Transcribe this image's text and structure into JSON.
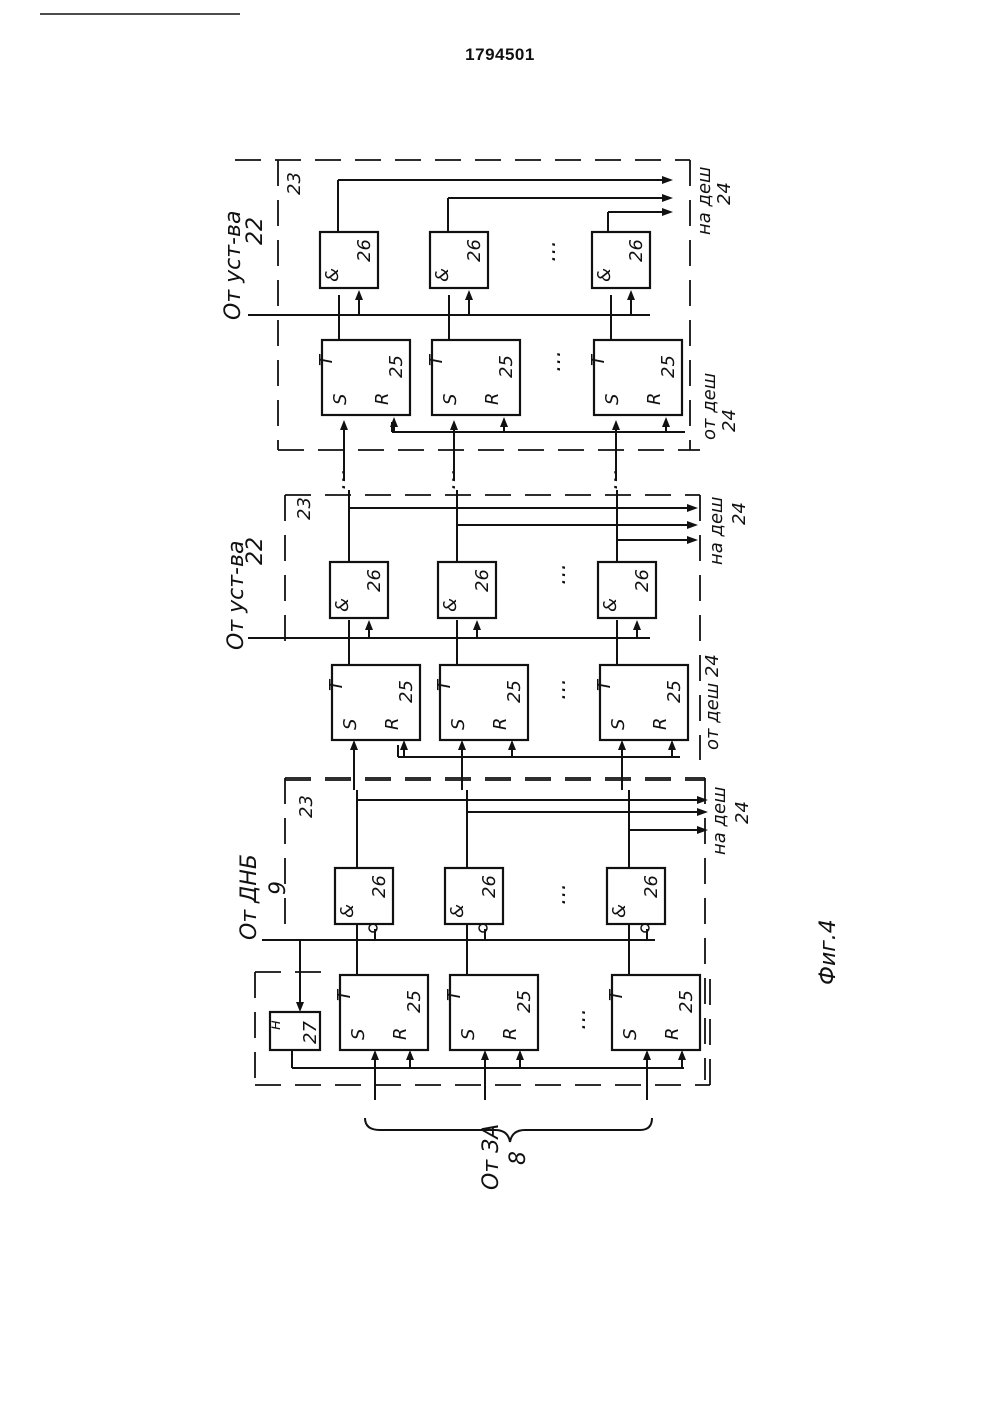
{
  "header": {
    "patent_number": "1794501"
  },
  "figure": {
    "caption": "Фиг.4",
    "labels": {
      "from_dnb": "От ДНБ",
      "from_dnb_num": "9",
      "from_dev_22_a": "От уст-ва",
      "from_dev_22_a_num": "22",
      "from_dev_22_b": "От уст-ва",
      "from_dev_22_b_num": "22",
      "from_za": "От ЗА",
      "from_za_num": "8",
      "to_dec": "на деш",
      "to_dec_num": "24",
      "from_dec": "от деш",
      "from_dec_num": "24",
      "from_dec_inline": "от деш 24"
    },
    "block_labels": {
      "trigger": "25",
      "and_gate": "26",
      "counter": "27",
      "register": "23",
      "and_symbol": "&",
      "pin_t": "T",
      "pin_s": "S",
      "pin_r": "R",
      "pin_h": "н",
      "ellipsis": "…"
    }
  }
}
